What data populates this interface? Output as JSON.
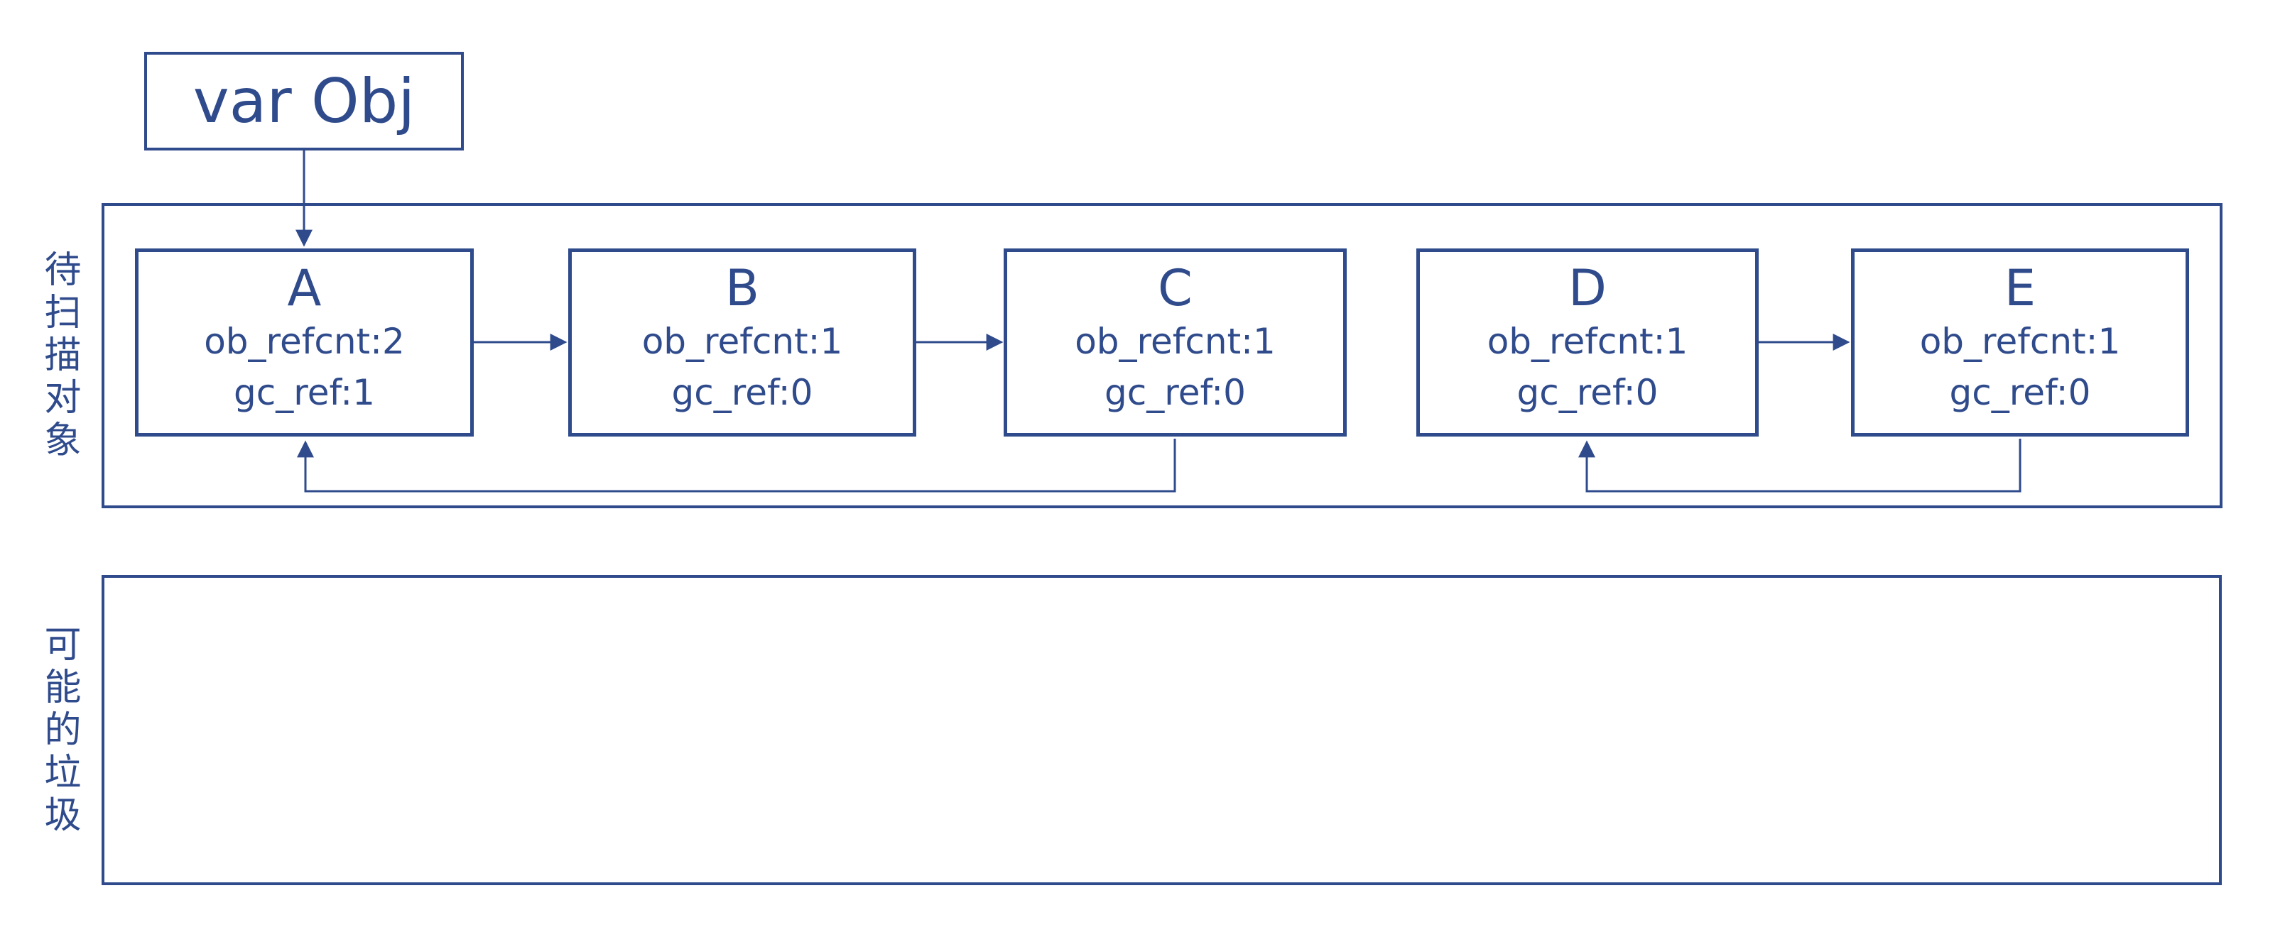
{
  "colors": {
    "ink": "#2f4b8c",
    "background": "#ffffff"
  },
  "var_obj": {
    "label": "var Obj"
  },
  "scan_area": {
    "label": "待扫描对象",
    "nodes": [
      {
        "title": "A",
        "refcnt": "ob_refcnt:2",
        "gcref": "gc_ref:1"
      },
      {
        "title": "B",
        "refcnt": "ob_refcnt:1",
        "gcref": "gc_ref:0"
      },
      {
        "title": "C",
        "refcnt": "ob_refcnt:1",
        "gcref": "gc_ref:0"
      },
      {
        "title": "D",
        "refcnt": "ob_refcnt:1",
        "gcref": "gc_ref:0"
      },
      {
        "title": "E",
        "refcnt": "ob_refcnt:1",
        "gcref": "gc_ref:0"
      }
    ]
  },
  "garbage_area": {
    "label": "可能的垃圾"
  },
  "edges": [
    {
      "from": "var Obj",
      "to": "A"
    },
    {
      "from": "A",
      "to": "B"
    },
    {
      "from": "B",
      "to": "C"
    },
    {
      "from": "C",
      "to": "A"
    },
    {
      "from": "D",
      "to": "E"
    },
    {
      "from": "E",
      "to": "D"
    }
  ]
}
